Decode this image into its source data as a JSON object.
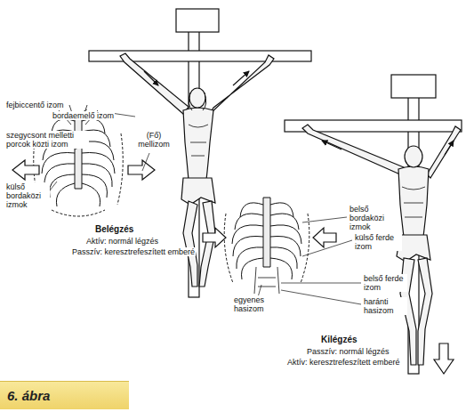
{
  "diagram": {
    "caption": "6. ábra",
    "labels": [
      "fejbiccentő izom",
      "bordaemelő izom",
      "szegycsont melletti porcok közti izom",
      "(Fő) mellizom",
      "külső bordaközi izmok",
      "Belégzés",
      "Aktív: normál légzés",
      "Passzív: keresztrefeszített emberé",
      "belső bordaközi izmok",
      "külső ferde izom",
      "belső ferde izom",
      "haránti hasizom",
      "egyenes hasizom",
      "Kilégzés",
      "Passzív: normál légzés",
      "Aktív: keresztrefeszített emberé"
    ]
  }
}
